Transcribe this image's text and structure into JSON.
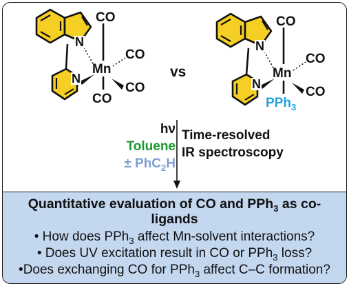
{
  "left_complex": {
    "co_top": "CO",
    "co_right": "CO",
    "metal": "Mn",
    "co_wedge": "CO",
    "co_bottom": "CO",
    "n_indole": "N",
    "n_pyridine": "N"
  },
  "vs_label": "vs",
  "right_complex": {
    "co_top": "CO",
    "co_right": "CO",
    "metal": "Mn",
    "co_wedge": "CO",
    "ligand_prefix": "PPh",
    "ligand_sub": "3",
    "n_indole": "N",
    "n_pyridine": "N"
  },
  "conditions": {
    "light": "hν",
    "solvent": "Toluene",
    "additive_prefix": "± PhC",
    "additive_sub": "2",
    "additive_suffix": "H",
    "method_line1": "Time-resolved",
    "method_line2": "IR spectroscopy"
  },
  "summary": {
    "title_part1": "Quantitative evaluation of CO and PPh",
    "title_sub": "3",
    "title_part2": " as co-",
    "title_line2": "ligands",
    "bullet1": "• How does PPh",
    "bullet1_sub": "3",
    "bullet1_rest": " affect Mn-solvent interactions?",
    "bullet2": "• Does UV excitation result in CO or PPh",
    "bullet2_sub": "3",
    "bullet2_rest": " loss?",
    "bullet3": "•Does exchanging CO for PPh",
    "bullet3_sub": "3",
    "bullet3_rest": " affect C–C formation?"
  },
  "colors": {
    "ring_fill": "#f5cf23",
    "solvent": "#1a9a2f",
    "additive": "#7f9fd0",
    "phosphine": "#1ea3e0",
    "panel": "#c3d7ef"
  }
}
